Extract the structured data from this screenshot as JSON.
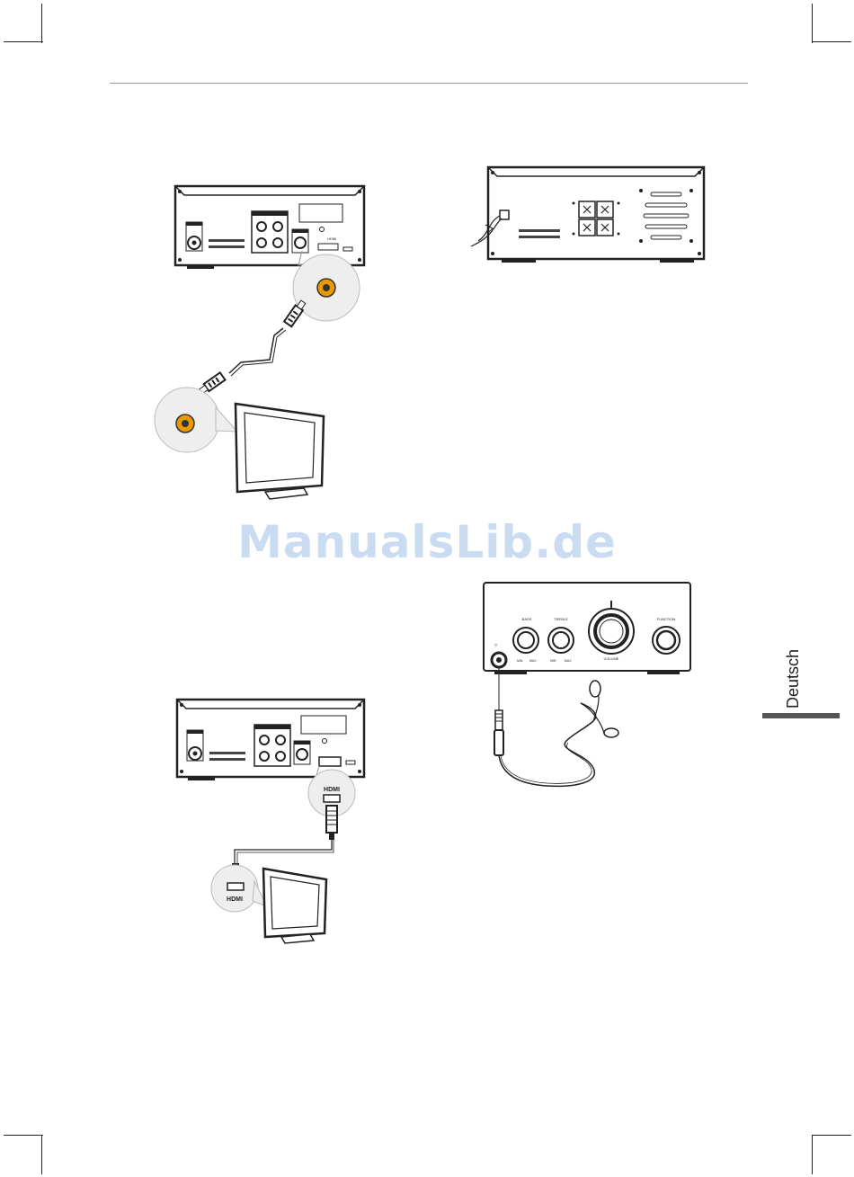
{
  "watermark": "ManualsLib.de",
  "language_tab": "Deutsch",
  "panel_labels": {
    "hdmi_port": "HDMI",
    "hdmi_plug_1": "HDMI",
    "hdmi_plug_2": "HDMI",
    "bass": "BASS",
    "treble": "TREBLE",
    "function": "FUNCTION",
    "volume": "VOLUME",
    "min_1": "MIN",
    "max_1": "MAX",
    "min_2": "MIN",
    "max_2": "MAX"
  },
  "colors": {
    "jack_orange": "#e89a00",
    "line": "#222222",
    "callout_fill": "#eeeeee"
  }
}
